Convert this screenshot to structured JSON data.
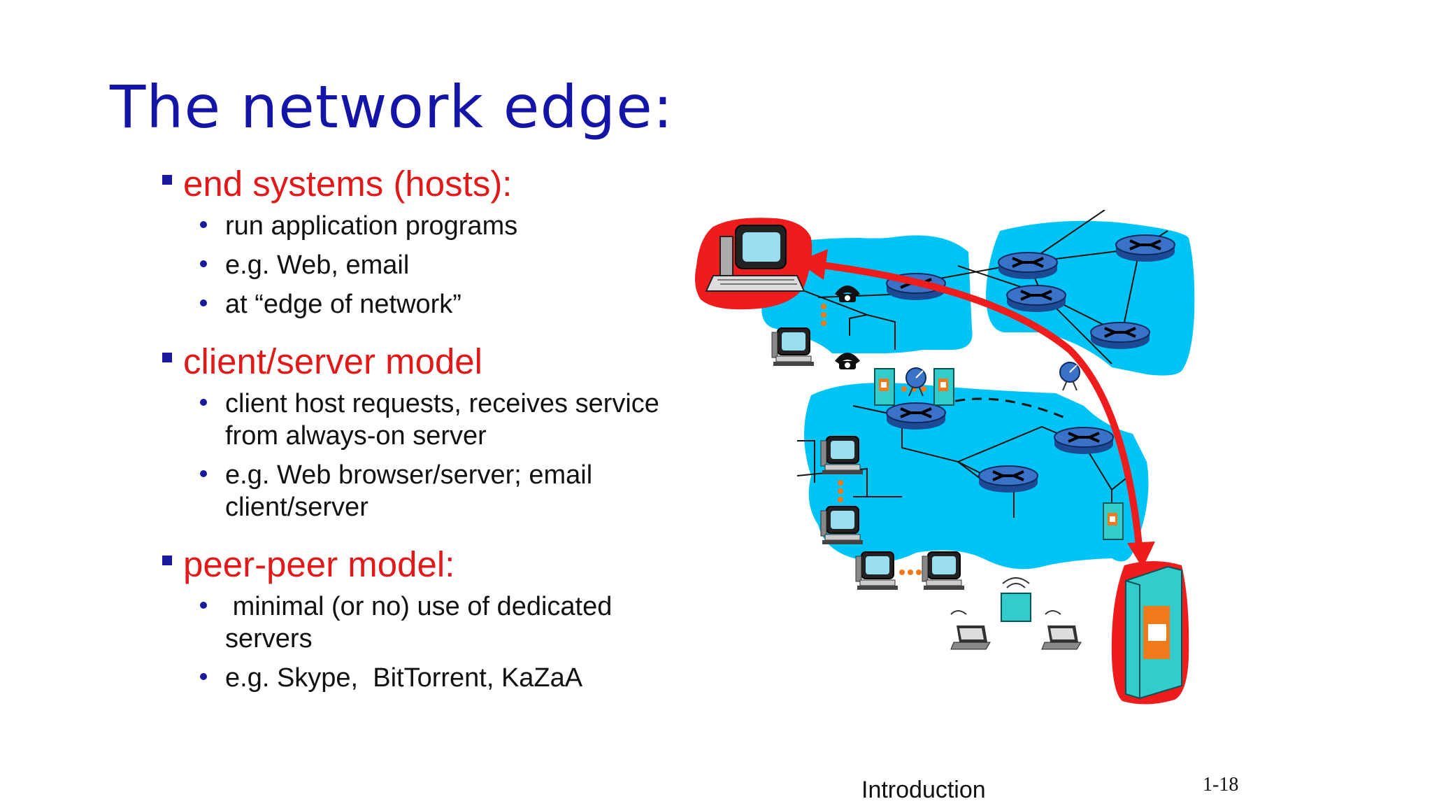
{
  "slide": {
    "title": "The network edge:",
    "sections": [
      {
        "heading": "end systems (hosts):",
        "items": [
          "run application programs",
          "e.g. Web, email",
          "at “edge of network”"
        ]
      },
      {
        "heading": "client/server model",
        "items": [
          "client host requests, receives service from always-on server",
          "e.g. Web browser/server; email client/server"
        ]
      },
      {
        "heading": "peer-peer model:",
        "items": [
          " minimal (or no) use of dedicated servers",
          "e.g. Skype,  BitTorrent, KaZaA"
        ]
      }
    ],
    "footer": "Introduction",
    "page_number": "1-18"
  },
  "colors": {
    "title": "#1414a6",
    "heading": "#e31818",
    "bullet": "#1a1a9e",
    "network_cloud": "#00c4f5",
    "highlight": "#ee1c1c",
    "router": "#2a5fb0",
    "server": "#2ec4c4"
  },
  "diagram": {
    "icons": [
      "computer-icon",
      "telephone-icon",
      "server-icon",
      "router-icon",
      "laptop-icon",
      "satellite-dish-icon",
      "base-station-icon"
    ]
  }
}
